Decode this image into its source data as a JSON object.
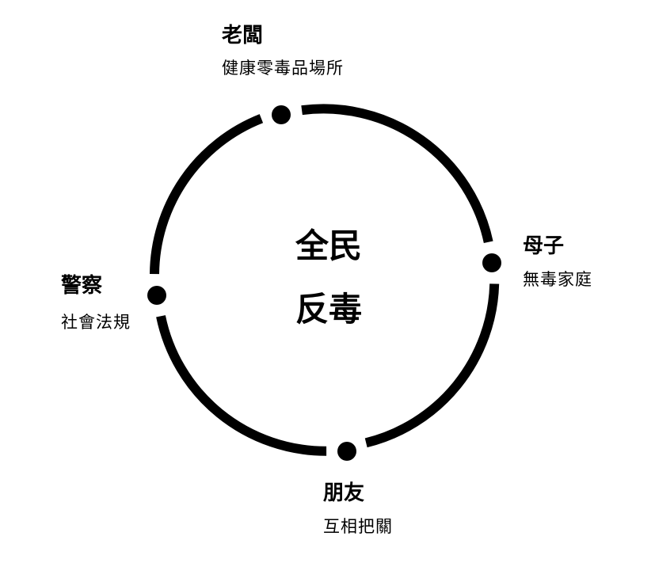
{
  "center": {
    "line1": "全民",
    "line2": "反毒"
  },
  "nodes": {
    "boss": {
      "title": "老闆",
      "subtitle": "健康零毒品場所"
    },
    "mother_child": {
      "title": "母子",
      "subtitle": "無毒家庭"
    },
    "friends": {
      "title": "朋友",
      "subtitle": "互相把關"
    },
    "police": {
      "title": "警察",
      "subtitle": "社會法規"
    }
  },
  "colors": {
    "ring": "#000000",
    "text": "#000000",
    "background": "#ffffff"
  }
}
